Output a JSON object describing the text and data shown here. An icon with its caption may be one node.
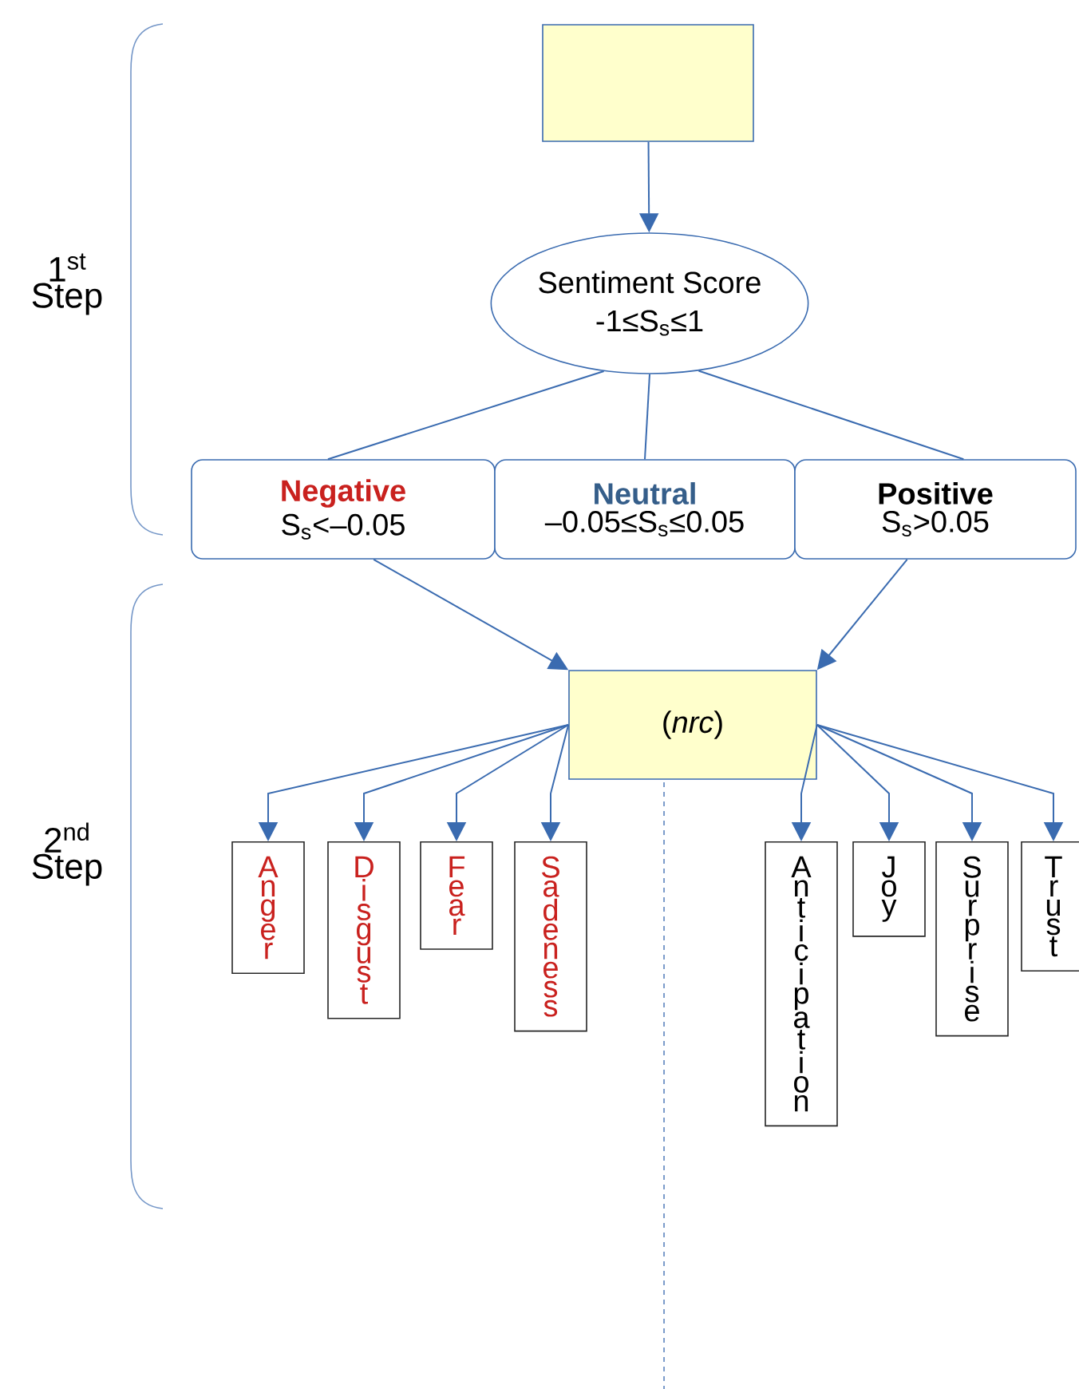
{
  "diagram": {
    "nodes": [
      {
        "text": [],
        "shape": "box"
      },
      {
        "text": [
          "Sentiment Score",
          "-1≤S$_{s}$≤1"
        ]
      },
      {
        "text": [
          "Negative",
          "S$_{s}$<–0.05"
        ]
      },
      {
        "text": [
          "Neutral",
          "–0.05≤S$_{s}$≤0.05"
        ]
      },
      {
        "text": [
          "Positive",
          "S$_{s}$>0.05"
        ]
      },
      {
        "text": [
          "(*nrc*)"
        ]
      },
      {
        "text": [
          "Anger"
        ]
      },
      {
        "text": [
          "Disgust"
        ]
      },
      {
        "text": [
          "Fear"
        ]
      },
      {
        "text": [
          "Sadeness"
        ]
      },
      {
        "text": [
          "Anticipation"
        ]
      },
      {
        "text": [
          "Joy"
        ]
      },
      {
        "text": [
          "Surprise"
        ]
      },
      {
        "text": [
          "Trust"
        ]
      }
    ],
    "edges": [
      {
        "from": 0,
        "to": 1,
        "arrow": "to"
      },
      {
        "from": 1,
        "to": 2,
        "arrow": "none"
      },
      {
        "from": 1,
        "to": 3,
        "arrow": "none"
      },
      {
        "from": 1,
        "to": 4,
        "arrow": "none"
      },
      {
        "from": 2,
        "to": 5,
        "arrow": "to"
      },
      {
        "from": 4,
        "to": 5,
        "arrow": "to"
      },
      {
        "from": 5,
        "to": 6,
        "arrow": "to"
      },
      {
        "from": 5,
        "to": 7,
        "arrow": "to"
      },
      {
        "from": 5,
        "to": 8,
        "arrow": "to"
      },
      {
        "from": 5,
        "to": 9,
        "arrow": "to"
      },
      {
        "from": 5,
        "to": 10,
        "arrow": "to"
      },
      {
        "from": 5,
        "to": 11,
        "arrow": "to"
      },
      {
        "from": 5,
        "to": 12,
        "arrow": "to"
      },
      {
        "from": 5,
        "to": 13,
        "arrow": "to"
      }
    ],
    "labels": [
      "1$^{st}$ Step",
      "2$^{nd}$ Step"
    ]
  }
}
